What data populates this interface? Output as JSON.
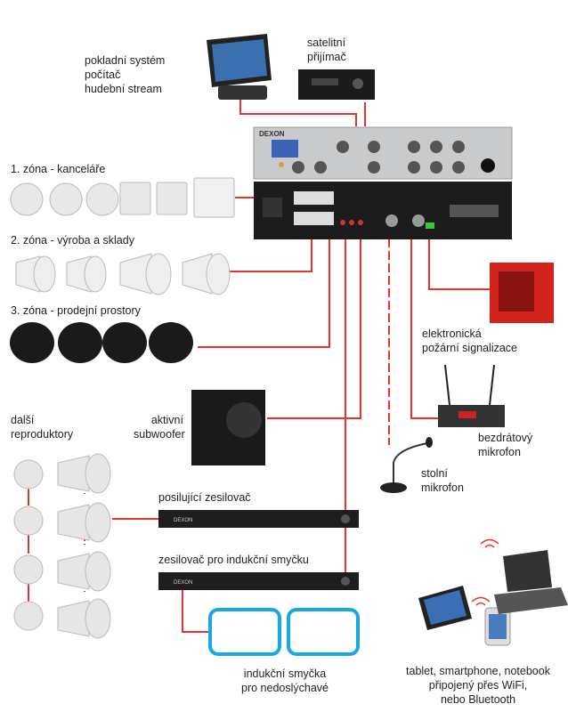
{
  "brand": "DEXON",
  "labels": {
    "pos_system": [
      "pokladní systém",
      "počítač",
      "hudební stream"
    ],
    "satellite": [
      "satelitní",
      "přijímač"
    ],
    "zone1": "1. zóna - kanceláře",
    "zone2": "2. zóna - výroba a sklady",
    "zone3": "3. zóna - prodejní prostory",
    "fire_alarm": [
      "elektronická",
      "požární signalizace"
    ],
    "wireless_mic": [
      "bezdrátový",
      "mikrofon"
    ],
    "desk_mic": [
      "stolní",
      "mikrofon"
    ],
    "subwoofer": [
      "aktivní",
      "subwoofer"
    ],
    "other_speakers": [
      "další",
      "reproduktory"
    ],
    "booster_amp": "posilující zesilovač",
    "loop_amp": "zesilovač pro indukční smyčku",
    "induction_loop": [
      "indukční smyčka",
      "pro nedoslýchavé"
    ],
    "mobile_devices": [
      "tablet, smartphone, notebook",
      "připojený přes WiFi,",
      "nebo Bluetooth"
    ]
  },
  "colors": {
    "connection": "#e8332a",
    "loop": "#1aa7e6",
    "amp_front": "#c9cacc",
    "amp_rear": "#1c1c1c"
  }
}
